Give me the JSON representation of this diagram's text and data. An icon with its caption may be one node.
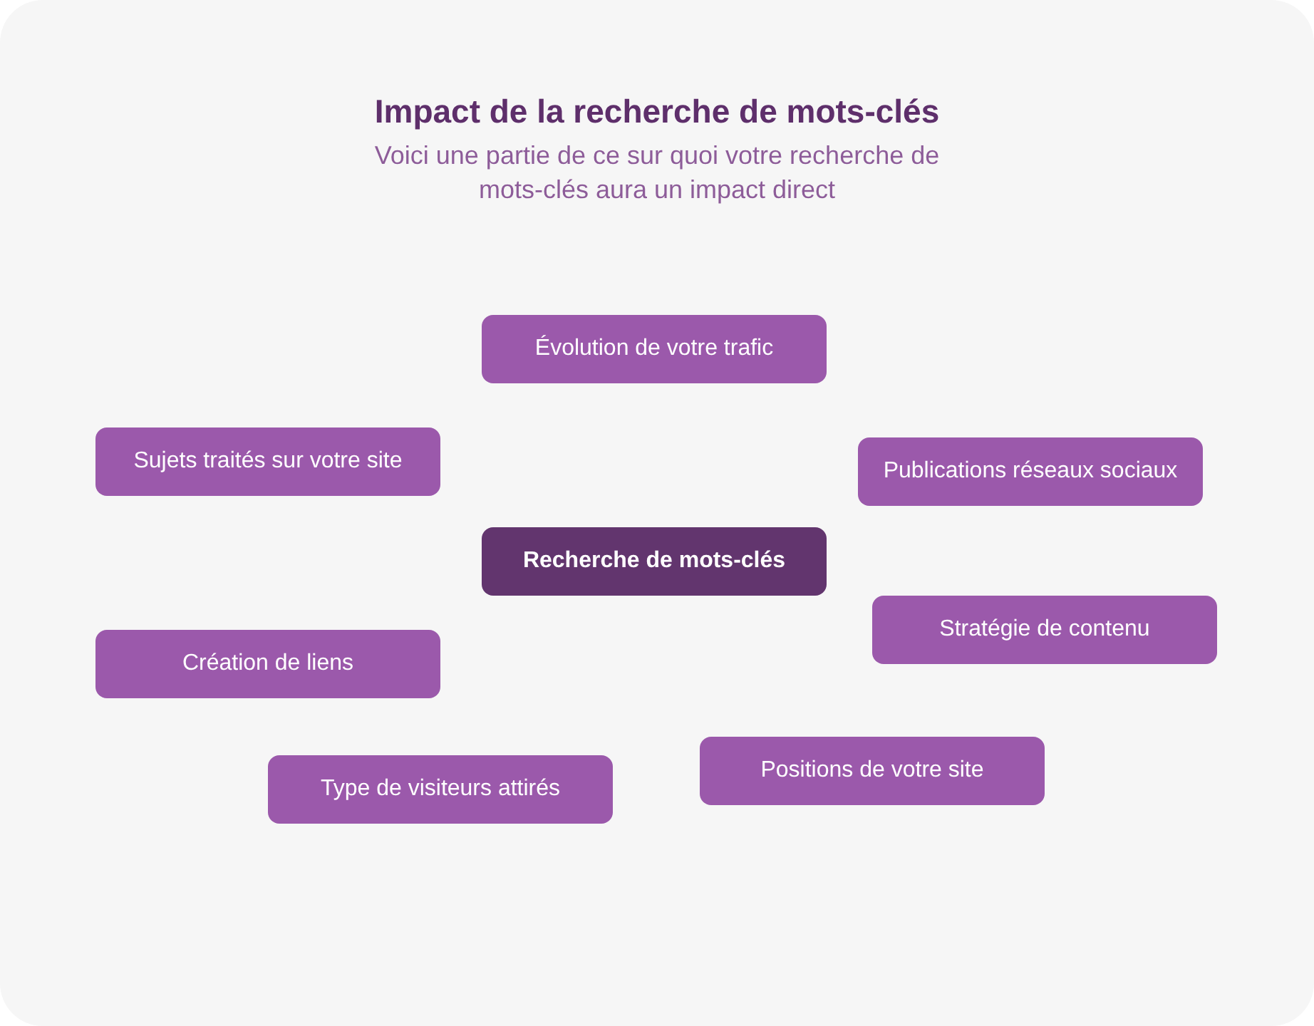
{
  "diagram": {
    "title": "Impact de la recherche de mots-clés",
    "nodes": [
      {
        "text": [
          "Évolution de votre trafic"
        ]
      },
      {
        "text": [
          "Sujets traités sur votre site"
        ]
      },
      {
        "text": [
          "Publications réseaux sociaux"
        ]
      },
      {
        "text": [
          "Recherche de mots-clés"
        ]
      },
      {
        "text": [
          "Stratégie de contenu"
        ]
      },
      {
        "text": [
          "Création de liens"
        ]
      },
      {
        "text": [
          "Positions de votre site"
        ]
      },
      {
        "text": [
          "Type de visiteurs attirés"
        ]
      }
    ],
    "labels": [
      "Voici une partie de ce sur quoi votre recherche de mots-clés aura un impact direct"
    ]
  }
}
